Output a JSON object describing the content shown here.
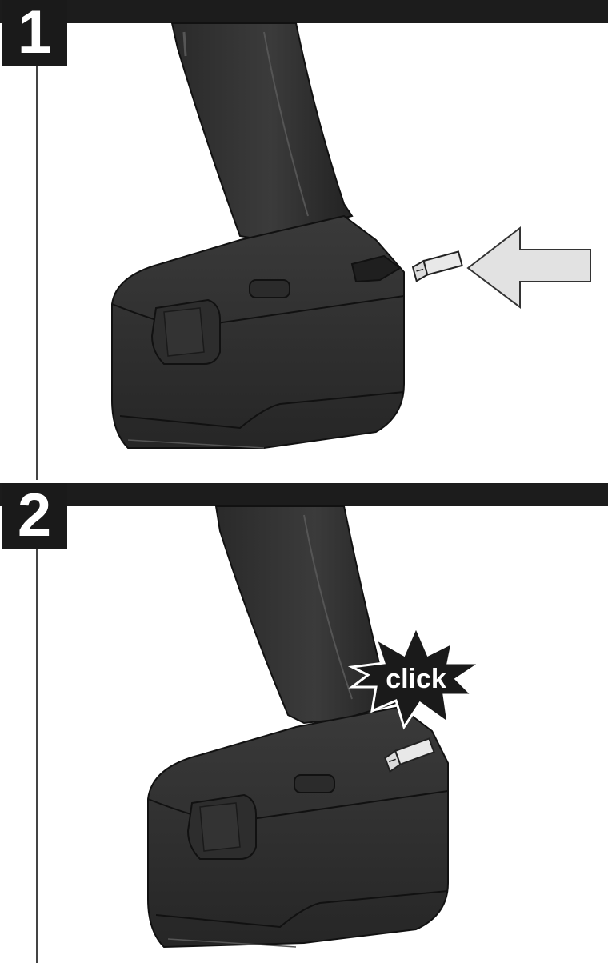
{
  "steps": [
    {
      "number": "1"
    },
    {
      "number": "2",
      "callout": "click"
    }
  ]
}
